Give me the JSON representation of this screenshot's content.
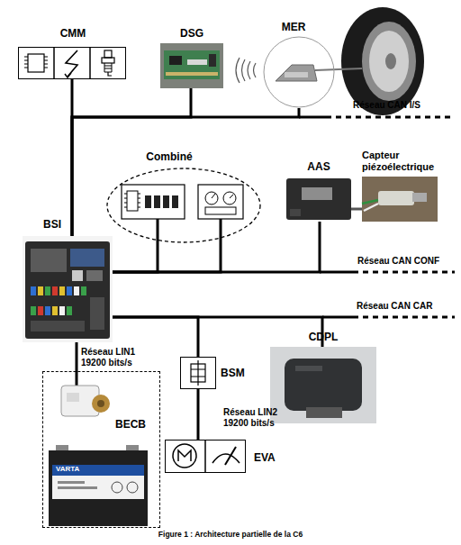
{
  "diagram": {
    "caption": "Figure 1 : Architecture partielle de la C6",
    "nodes": [
      {
        "text": [
          "CMM"
        ]
      },
      {
        "text": [
          "DSG"
        ]
      },
      {
        "text": [
          "MER"
        ]
      },
      {
        "text": [
          "Combiné"
        ]
      },
      {
        "text": [
          "AAS"
        ]
      },
      {
        "text": [
          "Capteur piézoélectrique"
        ]
      },
      {
        "text": [
          "BSI"
        ]
      },
      {
        "text": [
          "BSM"
        ]
      },
      {
        "text": [
          "CDPL"
        ]
      },
      {
        "text": [
          "BECB"
        ]
      },
      {
        "text": [
          "EVA"
        ]
      }
    ],
    "edges": [
      {
        "from": 0,
        "to": 6,
        "arrow": "none"
      },
      {
        "from": 1,
        "to": 6,
        "arrow": "none"
      },
      {
        "from": 2,
        "to": 6,
        "arrow": "none"
      },
      {
        "from": 3,
        "to": 6,
        "arrow": "none"
      },
      {
        "from": 3,
        "to": 6,
        "arrow": "none"
      },
      {
        "from": 4,
        "to": 6,
        "arrow": "none"
      },
      {
        "from": 4,
        "to": 5,
        "arrow": "none"
      },
      {
        "from": 7,
        "to": 6,
        "arrow": "none"
      },
      {
        "from": 8,
        "to": 6,
        "arrow": "none"
      },
      {
        "from": 6,
        "to": 9,
        "label": "Réseau LIN1 19200 bits/s",
        "arrow": "none"
      },
      {
        "from": 7,
        "to": 10,
        "label": "Réseau LIN2 19200 bits/s",
        "arrow": "none"
      }
    ],
    "labels": [
      "Réseau CAN I/S",
      "Réseau CAN CONF",
      "Réseau CAN CAR",
      "VARTA"
    ]
  }
}
